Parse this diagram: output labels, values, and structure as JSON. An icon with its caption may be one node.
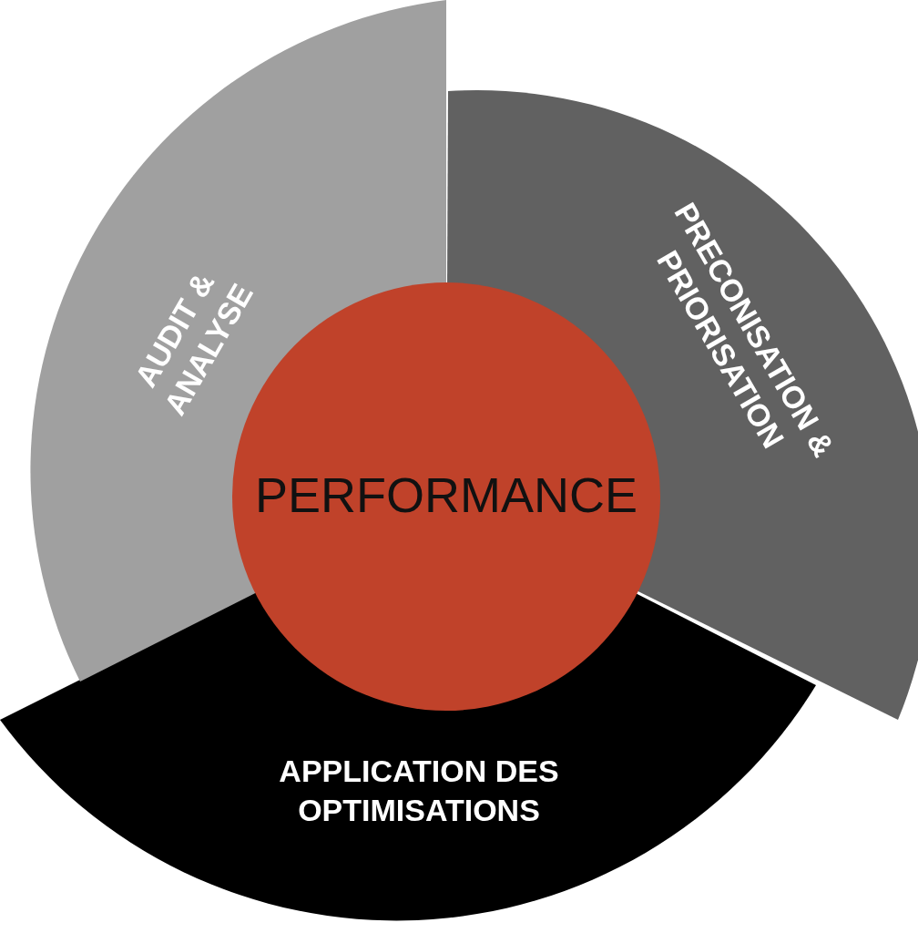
{
  "diagram": {
    "nodes": [
      {
        "text": [
          "AUDIT & ANALYSE"
        ]
      },
      {
        "text": [
          "PRECONISATION & PRIORISATION"
        ]
      },
      {
        "text": [
          "APPLICATION DES OPTIMISATIONS"
        ]
      },
      {
        "text": [
          "PERFORMANCE"
        ]
      }
    ]
  }
}
